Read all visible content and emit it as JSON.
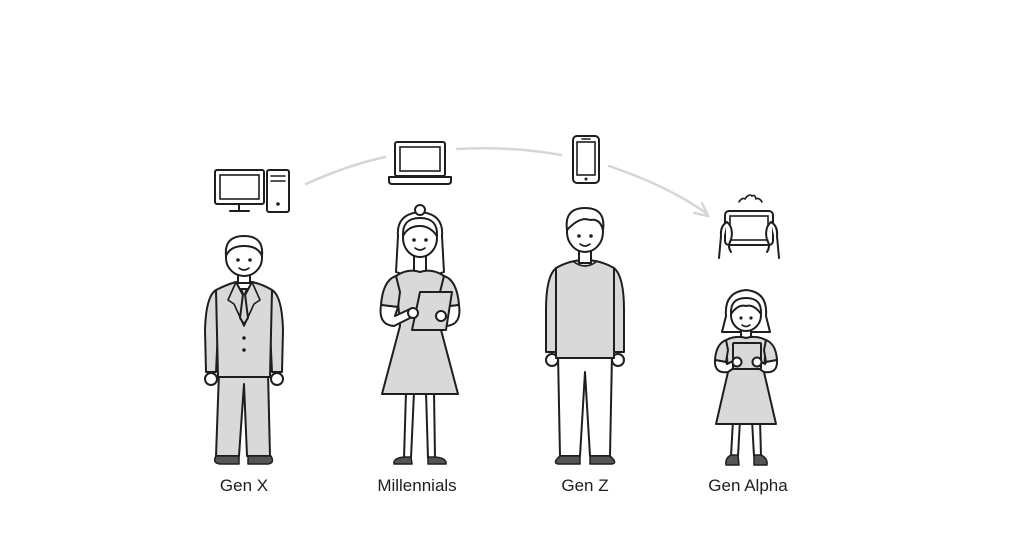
{
  "generations": [
    {
      "label": "Gen X",
      "device": "desktop-computer-icon"
    },
    {
      "label": "Millennials",
      "device": "laptop-icon"
    },
    {
      "label": "Gen Z",
      "device": "smartphone-icon"
    },
    {
      "label": "Gen Alpha",
      "device": "tablet-icon"
    }
  ],
  "colors": {
    "line": "#1e1e1e",
    "clothing": "#d9d9d9",
    "arc": "#d6d6d6",
    "background": "#ffffff"
  }
}
